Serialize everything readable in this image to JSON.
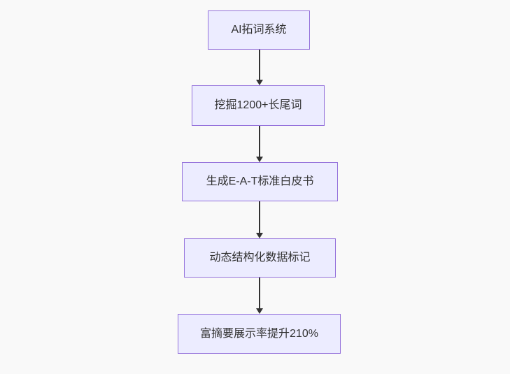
{
  "flowchart": {
    "nodes": [
      {
        "label": "AI拓词系统"
      },
      {
        "label": "挖掘1200+长尾词"
      },
      {
        "label": "生成E-A-T标准白皮书"
      },
      {
        "label": "动态结构化数据标记"
      },
      {
        "label": "富摘要展示率提升210%"
      }
    ],
    "edges": [
      {
        "from": 0,
        "to": 1
      },
      {
        "from": 1,
        "to": 2
      },
      {
        "from": 2,
        "to": 3
      },
      {
        "from": 3,
        "to": 4
      }
    ]
  },
  "colors": {
    "background": "#f9f9f9",
    "node_fill": "#ECECFF",
    "node_border": "#9370DB",
    "text": "#333333",
    "arrow": "#333333"
  }
}
